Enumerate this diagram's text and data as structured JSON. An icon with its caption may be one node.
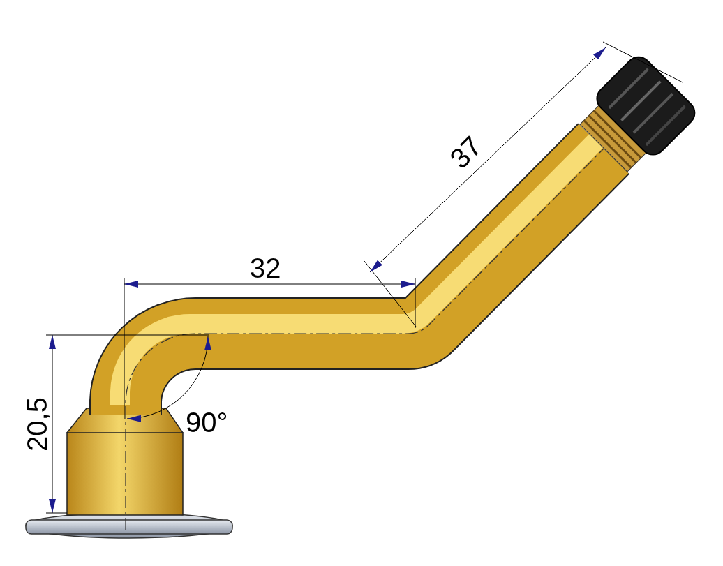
{
  "diagram": {
    "labels": [
      "37",
      "32",
      "20,5",
      "90°"
    ]
  }
}
